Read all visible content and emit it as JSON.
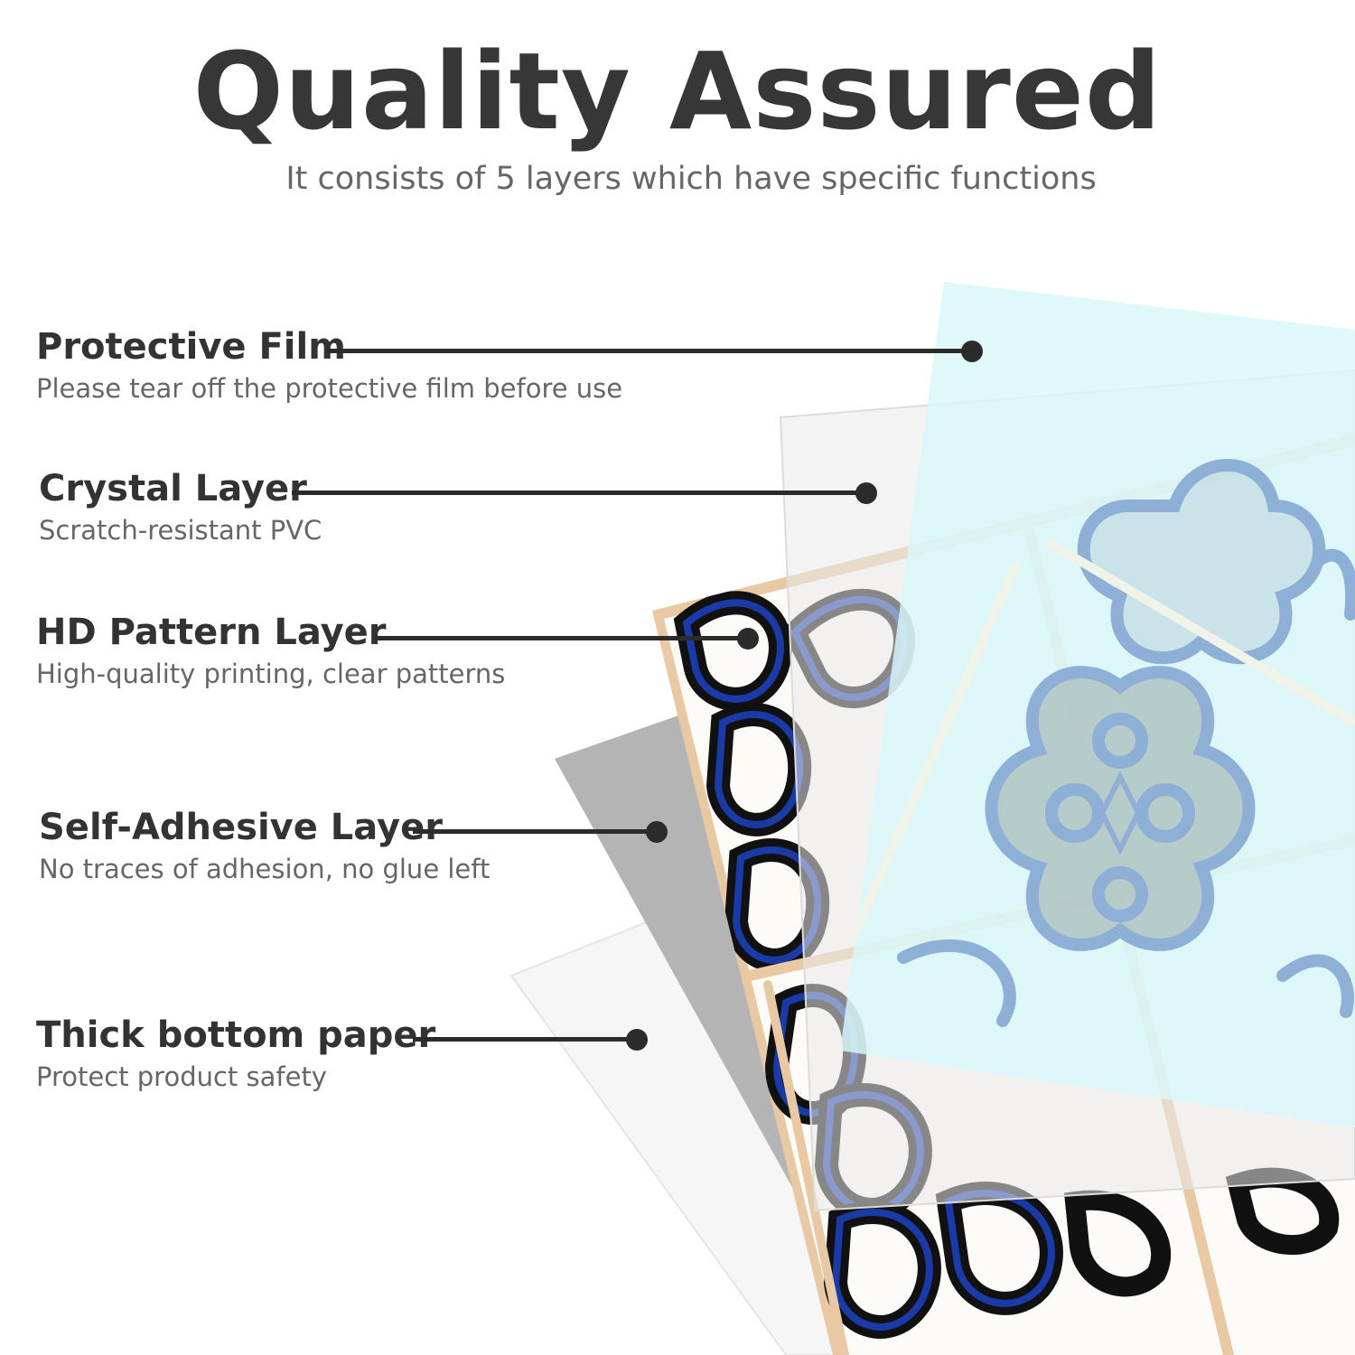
{
  "heading": {
    "title": "Quality Assured",
    "subtitle": "It consists of 5 layers which have specific functions"
  },
  "layers": [
    {
      "name": "Protective Film",
      "description": "Please tear off the protective film before use"
    },
    {
      "name": "Crystal Layer",
      "description": "Scratch-resistant PVC"
    },
    {
      "name": "HD Pattern Layer",
      "description": "High-quality printing, clear patterns"
    },
    {
      "name": "Self-Adhesive Layer",
      "description": "No traces of adhesion, no glue left"
    },
    {
      "name": "Thick bottom paper",
      "description": "Protect product safety"
    }
  ],
  "colors": {
    "text_dark": "#373737",
    "text_muted": "#666666",
    "film": "#d6f6f8",
    "crystal": "#ededed",
    "adhesive": "#b3b3b3",
    "paper": "#f7f7f7",
    "tile_blue": "#1a3aa8",
    "tile_black": "#111111",
    "tile_grout": "#e8c9a3"
  }
}
